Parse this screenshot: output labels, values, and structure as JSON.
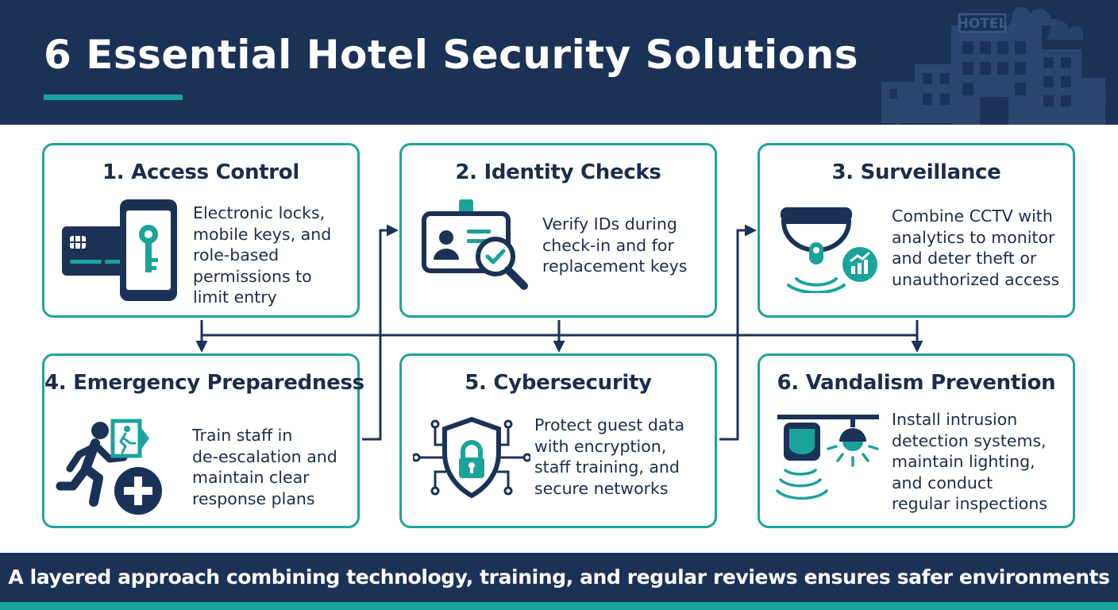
{
  "title": "6 Essential Hotel Security Solutions",
  "hotel_sign": "HOTEL",
  "colors": {
    "navy": "#1b3257",
    "teal": "#1aa39b",
    "text": "#1b2d49"
  },
  "cards": [
    {
      "title": "1. Access Control",
      "text": "Electronic locks,\nmobile keys, and\nrole-based\npermissions to\nlimit entry",
      "icon": "key-card-phone-icon"
    },
    {
      "title": "2. Identity Checks",
      "text": "Verify IDs during\ncheck-in and for\nreplacement keys",
      "icon": "id-magnifier-icon"
    },
    {
      "title": "3. Surveillance",
      "text": "Combine CCTV with\nanalytics to monitor\nand deter theft or\nunauthorized access",
      "icon": "dome-camera-icon"
    },
    {
      "title": "4. Emergency Preparedness",
      "text": "Train staff in\nde-escalation and\nmaintain clear\nresponse plans",
      "icon": "emergency-exit-icon"
    },
    {
      "title": "5. Cybersecurity",
      "text": "Protect guest data\nwith encryption,\nstaff training, and\nsecure networks",
      "icon": "shield-lock-icon"
    },
    {
      "title": "6. Vandalism Prevention",
      "text": "Install intrusion\ndetection systems,\nmaintain lighting,\nand conduct\nregular inspections",
      "icon": "sensor-light-icon"
    }
  ],
  "footer": "A layered approach combining technology, training, and regular reviews ensures safer environments"
}
